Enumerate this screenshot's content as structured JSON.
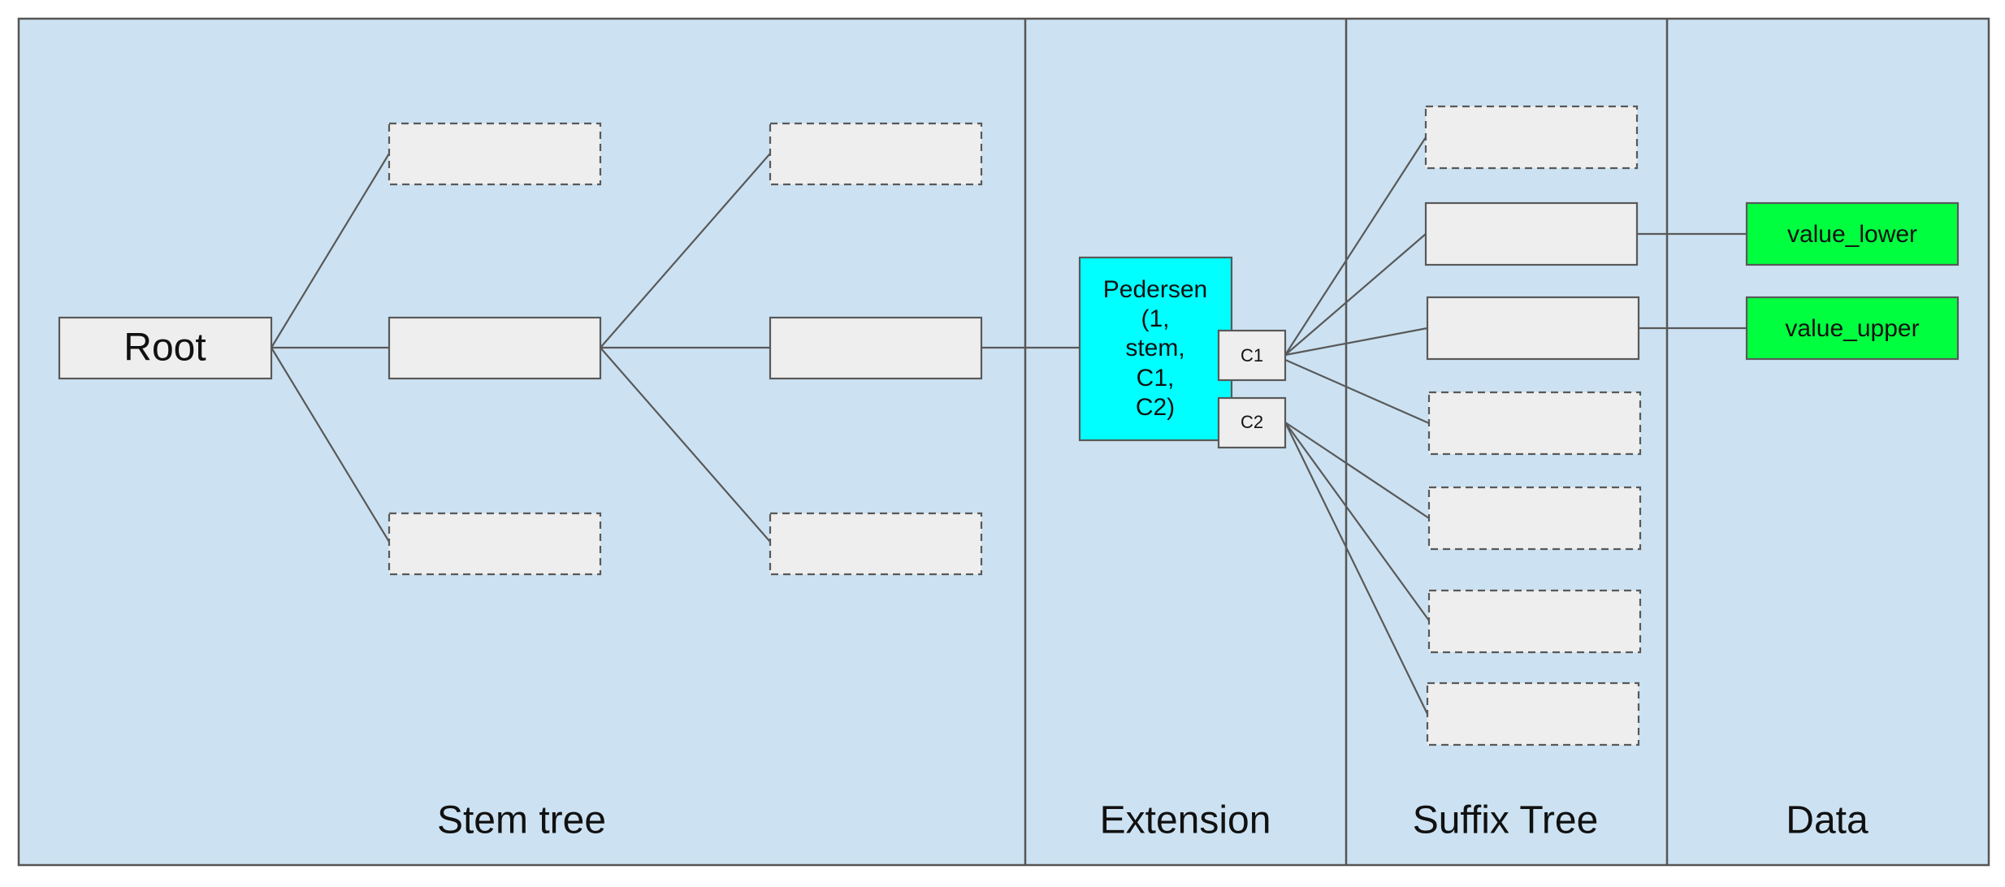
{
  "diagram": {
    "root_label": "Root",
    "sections": {
      "stem_tree": "Stem tree",
      "extension": "Extension",
      "suffix_tree": "Suffix Tree",
      "data": "Data"
    },
    "extension_node": {
      "lines": [
        "Pedersen",
        "(1,",
        "stem,",
        "C1,",
        "C2)"
      ],
      "commitment_1": "C1",
      "commitment_2": "C2"
    },
    "data_nodes": {
      "lower": "value_lower",
      "upper": "value_upper"
    },
    "colors": {
      "panel_background": "#cce2f2",
      "node_fill": "#eeeeee",
      "extension_fill": "#00ffff",
      "data_fill": "#00ff3f",
      "stroke": "#595959"
    }
  }
}
